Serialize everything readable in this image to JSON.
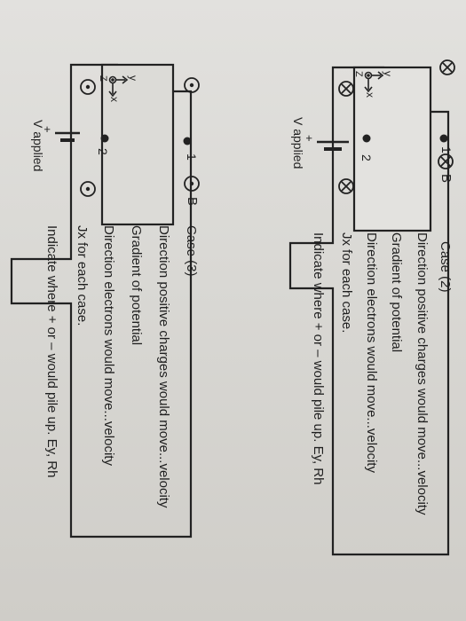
{
  "case2": {
    "heading": "Case (2)",
    "lines": [
      "Direction positive charges would move...velocity",
      "Gradient of potential",
      "Direction electrons would move...velocity",
      "Jx for each case.",
      "Indicate where + or – would pile up.  Ey, Rh"
    ],
    "field_label": "B",
    "probe1": "1",
    "probe2": "2",
    "battery_plus": "+",
    "battery_label": "V applied",
    "axis_y": "y",
    "axis_x": "x",
    "axis_z": "Z",
    "field_symbol": "into-page-cross-icon"
  },
  "case3": {
    "heading": "Case  (3)",
    "lines": [
      "Direction positive charges would move...velocity",
      "Gradient of potential",
      "Direction electrons would move...velocity",
      "Jx for each case.",
      "Indicate where + or – would pile up.  Ey, Rh"
    ],
    "field_label": "B",
    "probe1": "1",
    "probe2": "2",
    "battery_plus": "+",
    "battery_label": "V applied",
    "axis_y": "y",
    "axis_x": "x",
    "axis_z": "Z",
    "field_symbol": "out-of-page-dot-icon"
  }
}
